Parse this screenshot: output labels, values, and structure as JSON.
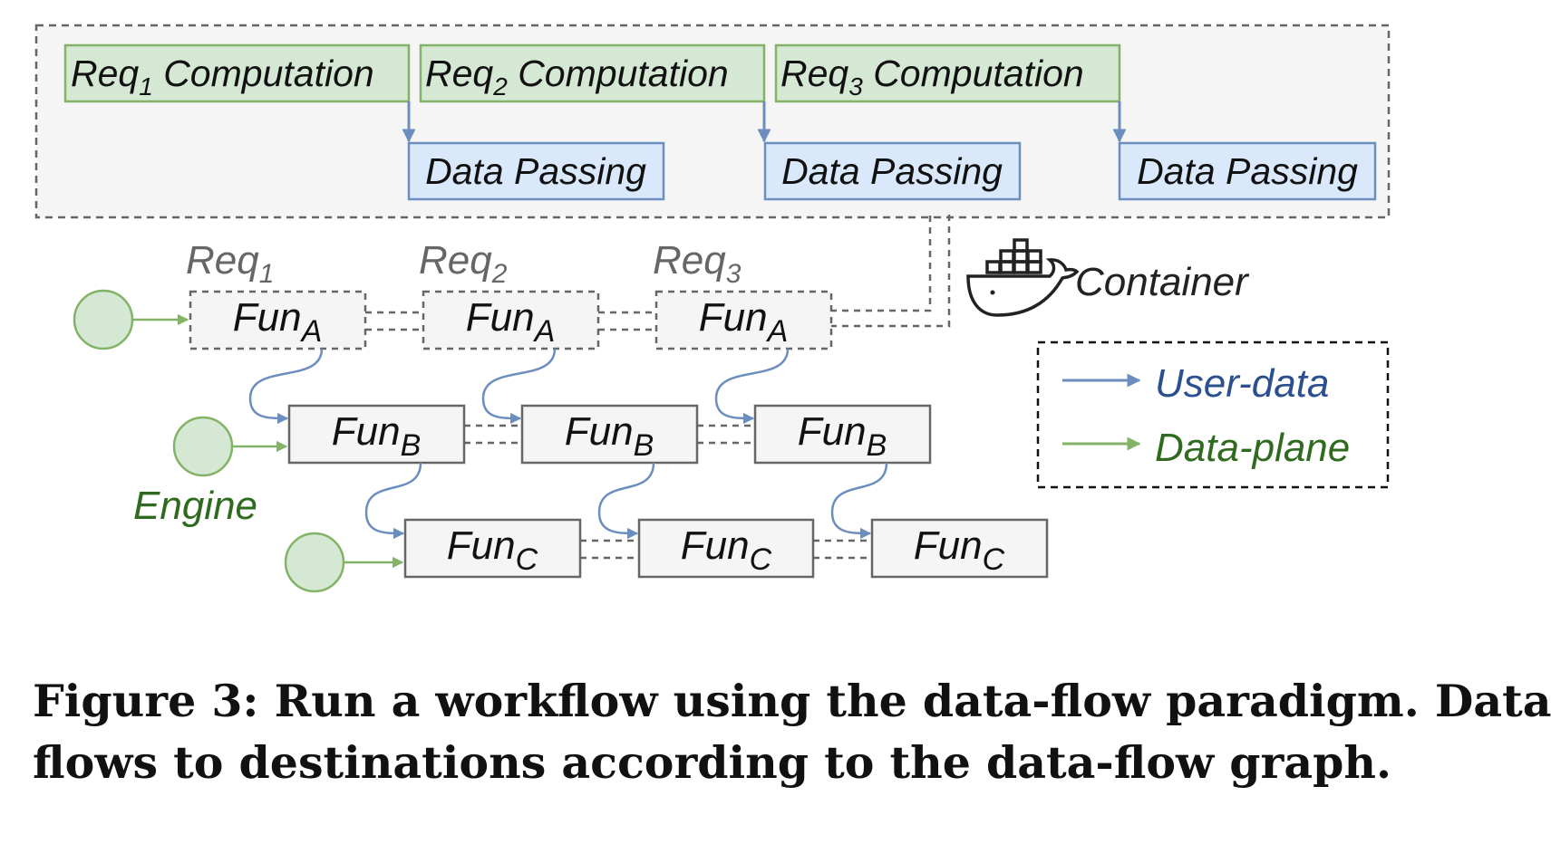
{
  "timeline": {
    "computations": [
      {
        "req": "Req",
        "sub": "1",
        "label": "Computation"
      },
      {
        "req": "Req",
        "sub": "2",
        "label": "Computation"
      },
      {
        "req": "Req",
        "sub": "3",
        "label": "Computation"
      }
    ],
    "data_passing": [
      "Data Passing",
      "Data Passing",
      "Data Passing"
    ]
  },
  "requests": [
    {
      "req": "Req",
      "sub": "1"
    },
    {
      "req": "Req",
      "sub": "2"
    },
    {
      "req": "Req",
      "sub": "3"
    }
  ],
  "functions": {
    "name": "Fun",
    "a_sub": "A",
    "b_sub": "B",
    "c_sub": "C"
  },
  "container_label": "Container",
  "engine_label": "Engine",
  "legend": {
    "user_data": "User-data",
    "data_plane": "Data-plane"
  },
  "colors": {
    "user_data": "#6c8ebf",
    "data_plane": "#82b366",
    "engine_text": "#2f6b1f",
    "user_text": "#2b4f8f",
    "comp_fill": "#d5e8d4",
    "pass_fill": "#dae8fc"
  },
  "caption": {
    "line1": "Figure 3:  Run a workflow using the data-flow paradigm. Data",
    "line2": "flows to destinations according to the data-flow graph."
  }
}
